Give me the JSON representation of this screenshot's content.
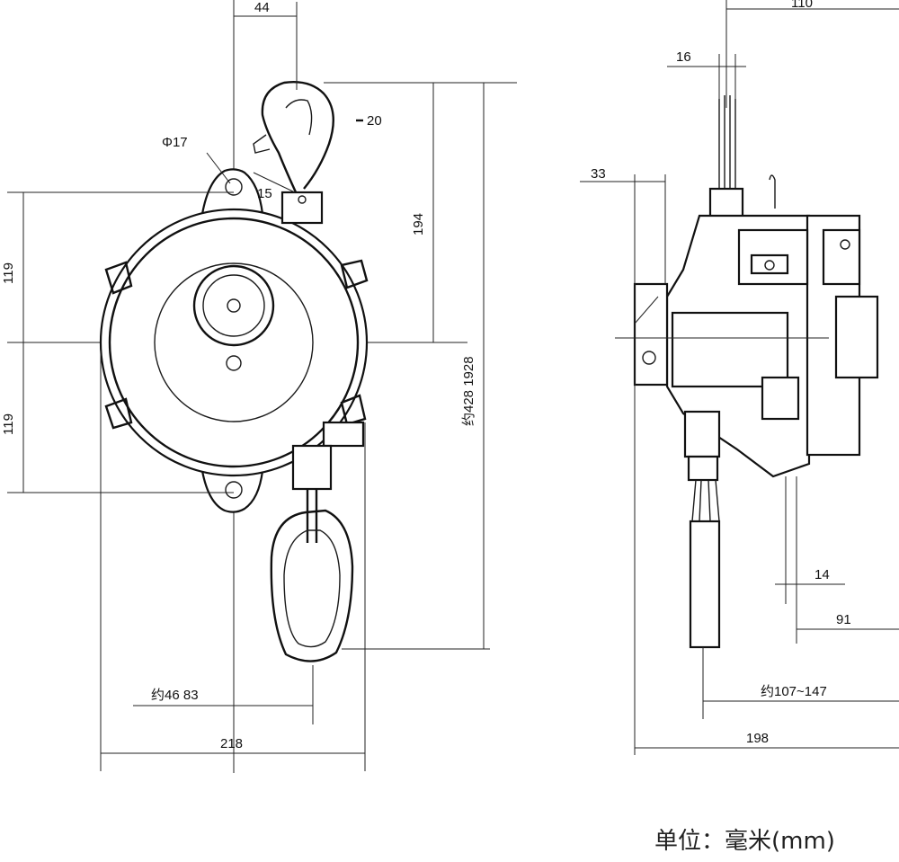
{
  "drawing": {
    "front_view": {
      "dim_top_width": "44",
      "dim_hook_opening": "20",
      "dim_hole_dia": "Φ17",
      "dim_hook_angle": "15",
      "dim_hook_to_center": "194",
      "dim_upper_half": "119",
      "dim_lower_half": "119",
      "dim_cable_travel": "约428 1928",
      "dim_bottom_offsets": "约46 83",
      "dim_total_width": "218"
    },
    "side_view": {
      "dim_top_width": "110",
      "dim_cable_width": "16",
      "dim_mount_offset": "33",
      "dim_rod_dia": "14",
      "dim_rod_offset": "91",
      "dim_cable_range": "约107~147",
      "dim_total_depth": "198"
    },
    "unit_note": "单位：毫米(mm)"
  }
}
